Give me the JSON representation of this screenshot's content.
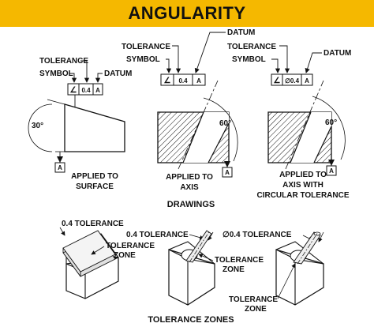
{
  "title": "ANGULARITY",
  "colors": {
    "title_bg": "#f5b800",
    "ink": "#111111",
    "paper": "#ffffff"
  },
  "drawings": {
    "caption": "DRAWINGS",
    "surface": {
      "label_tolerance": "TOLERANCE",
      "label_symbol": "SYMBOL",
      "label_datum": "DATUM",
      "symbol": "∠",
      "value": "0.4",
      "datum": "A",
      "angle": "30°",
      "datum_ref": "A",
      "caption_line1": "APPLIED TO",
      "caption_line2": "SURFACE"
    },
    "axis": {
      "label_tolerance": "TOLERANCE",
      "label_symbol": "SYMBOL",
      "label_datum": "DATUM",
      "symbol": "∠",
      "value": "0.4",
      "datum": "A",
      "angle": "60°",
      "datum_ref": "A",
      "caption_line1": "APPLIED TO",
      "caption_line2": "AXIS"
    },
    "axis_circular": {
      "label_tolerance": "TOLERANCE",
      "label_symbol": "SYMBOL",
      "label_datum": "DATUM",
      "symbol": "∠",
      "value": "∅0.4",
      "datum": "A",
      "angle": "60°",
      "datum_ref": "A",
      "caption_line1": "APPLIED TO",
      "caption_line2": "AXIS WITH",
      "caption_line3": "CIRCULAR TOLERANCE"
    }
  },
  "zones": {
    "caption": "TOLERANCE ZONES",
    "surface": {
      "tolerance": "0.4 TOLERANCE",
      "zone_line1": "TOLERANCE",
      "zone_line2": "ZONE"
    },
    "axis": {
      "tolerance": "0.4 TOLERANCE",
      "zone_line1": "TOLERANCE",
      "zone_line2": "ZONE"
    },
    "axis_circular": {
      "tolerance": "∅0.4 TOLERANCE",
      "zone_line1": "TOLERANCE",
      "zone_line2": "ZONE"
    }
  }
}
